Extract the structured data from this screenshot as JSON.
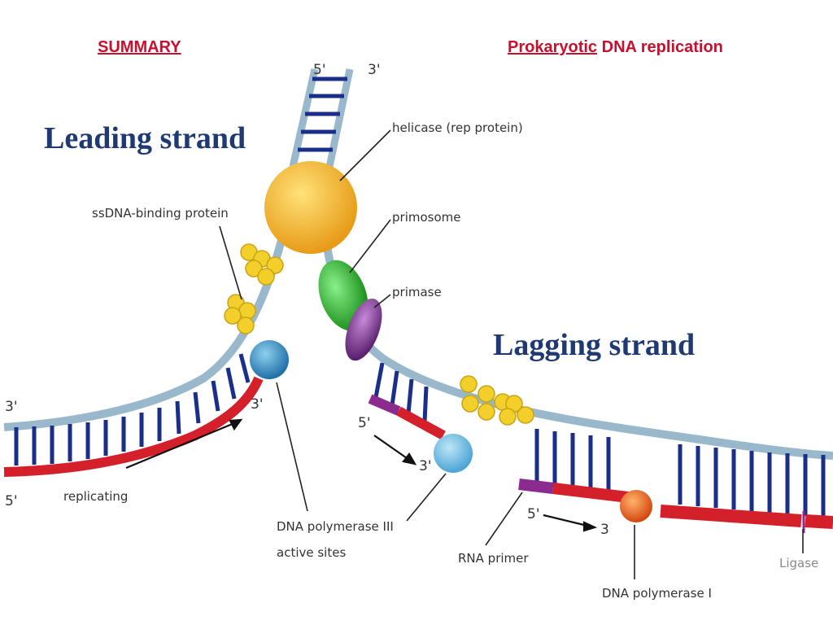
{
  "header": {
    "summary": "SUMMARY",
    "title_prefix": "Prokaryotic",
    "title_rest": " DNA replication"
  },
  "strands": {
    "leading": "Leading strand",
    "lagging": "Lagging strand"
  },
  "labels": {
    "helicase": "helicase (rep protein)",
    "primosome": "primosome",
    "primase": "primase",
    "ssb": "ssDNA-binding protein",
    "replicating": "replicating",
    "pol3_line1": "DNA polymerase III",
    "pol3_line2": "active sites",
    "rna_primer": "RNA primer",
    "pol1": "DNA polymerase I",
    "ligase": "Ligase"
  },
  "end_marks": {
    "top_5": "5'",
    "top_3": "3'",
    "left_3": "3'",
    "left_5": "5'",
    "lead_3": "3'",
    "okazaki_5": "5'",
    "okazaki_3": "3'",
    "primer_5": "5'",
    "primer_3": "3"
  },
  "colors": {
    "header_red": "#c8102e",
    "strand_blue": "#1f3a73",
    "backbone": "#9ab8cc",
    "new_strand": "#d4202a",
    "rung": "#1a2f8a",
    "rna_primer": "#8b2a8f",
    "helicase": "#f1b21e",
    "primosome": "#2db52d",
    "primase": "#7b2d8e",
    "pol3": "#3d96c9",
    "pol1": "#e85a1b",
    "ssb": "#f2cf2a"
  }
}
